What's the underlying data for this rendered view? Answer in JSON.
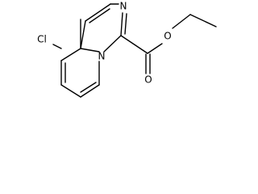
{
  "molecule": {
    "atoms": {
      "chlorine": "Cl",
      "imidazole_nitrogen": "N",
      "bridgehead_nitrogen": "N",
      "carbonyl_oxygen": "O",
      "ester_oxygen": "O"
    }
  }
}
